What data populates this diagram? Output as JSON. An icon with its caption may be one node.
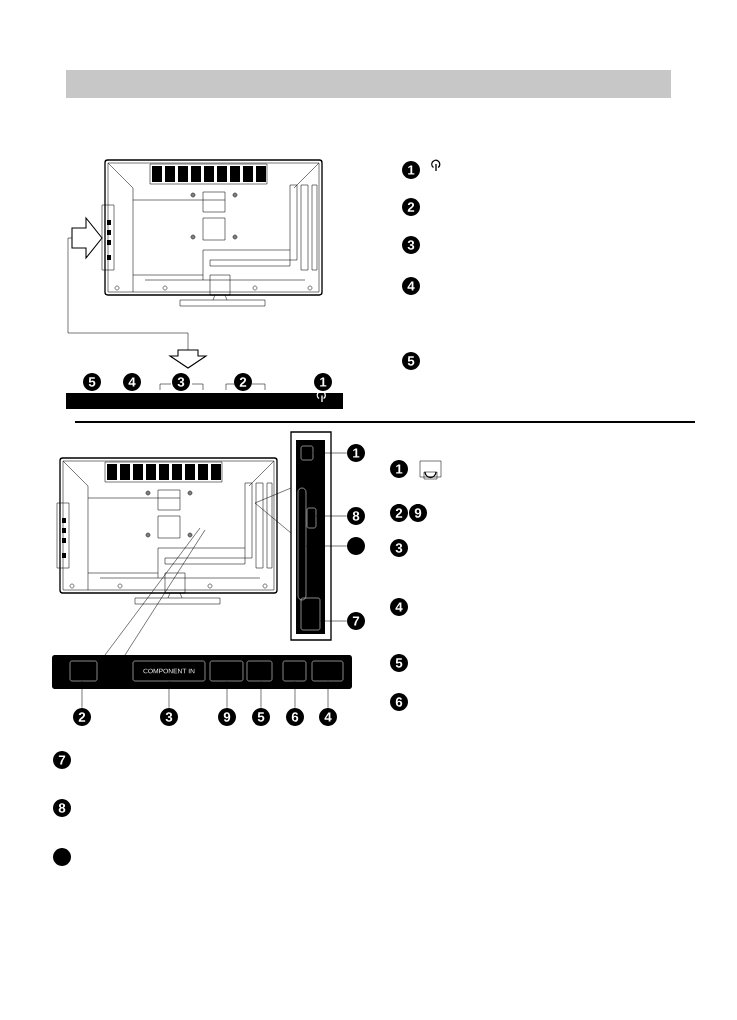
{
  "diagram": {
    "nodes": [
      {
        "text": [
          "1"
        ]
      },
      {
        "text": [
          "2"
        ]
      },
      {
        "text": [
          "3"
        ]
      },
      {
        "text": [
          "4"
        ]
      },
      {
        "text": [
          "5"
        ]
      },
      {
        "text": [
          "5"
        ]
      },
      {
        "text": [
          "4"
        ]
      },
      {
        "text": [
          "3"
        ]
      },
      {
        "text": [
          "2"
        ]
      },
      {
        "text": [
          "1"
        ]
      },
      {
        "text": [
          "1"
        ]
      },
      {
        "text": [
          "8"
        ]
      },
      {
        "text": [],
        "shape": "circle"
      },
      {
        "text": [
          "7"
        ]
      },
      {
        "text": [
          "1"
        ]
      },
      {
        "text": [
          "2"
        ]
      },
      {
        "text": [
          "9"
        ]
      },
      {
        "text": [
          "3"
        ]
      },
      {
        "text": [
          "4"
        ]
      },
      {
        "text": [
          "5"
        ]
      },
      {
        "text": [
          "6"
        ]
      },
      {
        "text": [
          "2"
        ]
      },
      {
        "text": [
          "3"
        ]
      },
      {
        "text": [
          "9"
        ]
      },
      {
        "text": [
          "5"
        ]
      },
      {
        "text": [
          "6"
        ]
      },
      {
        "text": [
          "4"
        ]
      },
      {
        "text": [
          "7"
        ]
      },
      {
        "text": [
          "8"
        ]
      },
      {
        "text": [],
        "shape": "circle"
      },
      {
        "text": [],
        "shape": "box"
      },
      {
        "text": [],
        "shape": "box",
        "in": 30
      },
      {
        "text": [
          "COMPONENT IN"
        ],
        "in": 30
      },
      {
        "text": [],
        "shape": "box",
        "in": 30
      },
      {
        "text": [],
        "shape": "box",
        "in": 30
      },
      {
        "text": [],
        "shape": "box",
        "in": 30
      },
      {
        "text": [],
        "shape": "box",
        "in": 30
      },
      {
        "text": [],
        "shape": "box"
      },
      {
        "text": [],
        "shape": "box",
        "in": 37
      },
      {
        "text": [],
        "shape": "box",
        "in": 37
      },
      {
        "text": [],
        "shape": "box",
        "in": 37
      },
      {
        "text": [],
        "shape": "box",
        "in": 37
      }
    ],
    "edges": [
      {
        "from": 10,
        "to": 38,
        "arrow": "none"
      },
      {
        "from": 11,
        "to": 40,
        "arrow": "none"
      },
      {
        "from": 12,
        "to": 39,
        "arrow": "none"
      },
      {
        "from": 13,
        "to": 41,
        "arrow": "none"
      },
      {
        "from": 21,
        "to": 31,
        "arrow": "none"
      },
      {
        "from": 22,
        "to": 32,
        "arrow": "none"
      },
      {
        "from": 23,
        "to": 33,
        "arrow": "none"
      },
      {
        "from": 24,
        "to": 34,
        "arrow": "none"
      },
      {
        "from": 25,
        "to": 35,
        "arrow": "none"
      },
      {
        "from": 26,
        "to": 36,
        "arrow": "none"
      },
      {
        "from": 30,
        "to": null,
        "arrow": "none"
      },
      {
        "from": 30,
        "to": null,
        "arrow": "none"
      },
      {
        "from": 37,
        "to": null,
        "arrow": "none"
      },
      {
        "from": 37,
        "to": null,
        "arrow": "none"
      }
    ]
  }
}
